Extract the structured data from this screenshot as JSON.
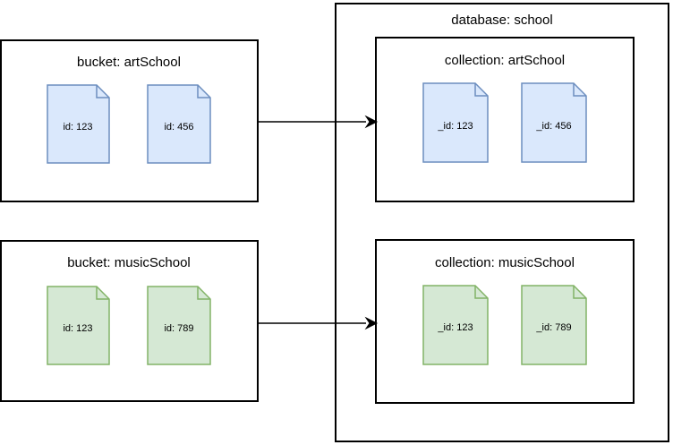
{
  "diagram": {
    "title_text": "database: school",
    "colors": {
      "blue_fill": "#dae8fc",
      "blue_stroke": "#6c8ebf",
      "green_fill": "#d5e8d4",
      "green_stroke": "#82b366",
      "box_stroke": "#000000",
      "background": "#ffffff"
    },
    "database": {
      "label": "database: school",
      "collections": [
        {
          "label": "collection: artSchool",
          "color": "blue",
          "documents": [
            {
              "label": "_id: 123"
            },
            {
              "label": "_id: 456"
            }
          ]
        },
        {
          "label": "collection: musicSchool",
          "color": "green",
          "documents": [
            {
              "label": "_id: 123"
            },
            {
              "label": "_id: 789"
            }
          ]
        }
      ]
    },
    "buckets": [
      {
        "label": "bucket: artSchool",
        "color": "blue",
        "documents": [
          {
            "label": "id: 123"
          },
          {
            "label": "id: 456"
          }
        ]
      },
      {
        "label": "bucket: musicSchool",
        "color": "green",
        "documents": [
          {
            "label": "id: 123"
          },
          {
            "label": "id: 789"
          }
        ]
      }
    ],
    "arrows": [
      {
        "name": "artSchool-migration-arrow"
      },
      {
        "name": "musicSchool-migration-arrow"
      }
    ]
  }
}
